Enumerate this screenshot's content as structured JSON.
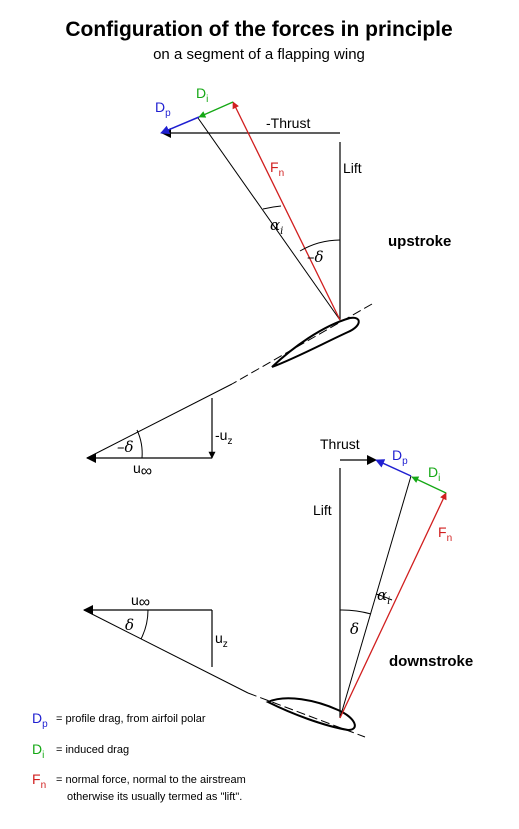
{
  "title": "Configuration of the forces in principle",
  "subtitle": "on a segment of a flapping wing",
  "upstroke": {
    "label": "upstroke",
    "lift": "Lift",
    "thrust": "-Thrust",
    "fn_main": "F",
    "fn_sub": "n",
    "dp_main": "D",
    "dp_sub": "p",
    "di_main": "D",
    "di_sub": "i",
    "alpha_main": "α",
    "alpha_sub": "i",
    "delta": "–δ"
  },
  "upstroke_airflow": {
    "uz_main": "-u",
    "uz_sub": "z",
    "uinf_main": "u",
    "uinf_sub": "∞",
    "delta": "–δ"
  },
  "downstroke": {
    "label": "downstroke",
    "lift": "Lift",
    "thrust": "Thrust",
    "fn_main": "F",
    "fn_sub": "n",
    "dp_main": "D",
    "dp_sub": "p",
    "di_main": "D",
    "di_sub": "i",
    "alpha_main": "α",
    "alpha_sub": "i",
    "delta": "δ"
  },
  "downstroke_airflow": {
    "uz_main": "u",
    "uz_sub": "z",
    "uinf_main": "u",
    "uinf_sub": "∞",
    "delta": "δ"
  },
  "legend": [
    {
      "main": "D",
      "sub": "p",
      "text": "= profile drag, from airfoil polar",
      "color": "#1f1fd1"
    },
    {
      "main": "D",
      "sub": "i",
      "text": "= induced drag",
      "color": "#15a815"
    },
    {
      "main": "F",
      "sub": "n",
      "text": "= normal force, normal to the airstream",
      "color": "#d11f1f"
    }
  ],
  "legend_note": "otherwise its usually termed as \"lift\".",
  "colors": {
    "dp": "#1f1fd1",
    "di": "#15a815",
    "fn": "#d11f1f",
    "black": "#000000"
  }
}
